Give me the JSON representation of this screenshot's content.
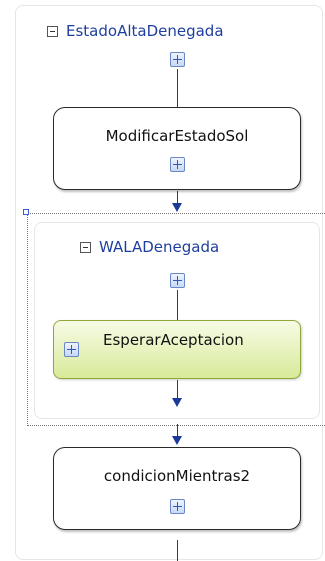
{
  "workflow": {
    "outer_sequence": {
      "title": "EstadoAltaDenegada"
    },
    "activity_modificar": {
      "label": "ModificarEstadoSol"
    },
    "inner_sequence": {
      "title": "WALADenegada"
    },
    "activity_esperar": {
      "label": "EsperarAceptacion"
    },
    "activity_condicion": {
      "label": "condicionMientras2"
    }
  },
  "colors": {
    "header_text": "#1f3f9e",
    "connector": "#1a3a99",
    "green_activity_fill": "#d8ea99",
    "green_activity_border": "#8ea83a"
  },
  "icons": {
    "collapse": "minus-box-icon",
    "expand": "expand-activity-icon",
    "connector_arrow": "arrow-down-icon"
  }
}
